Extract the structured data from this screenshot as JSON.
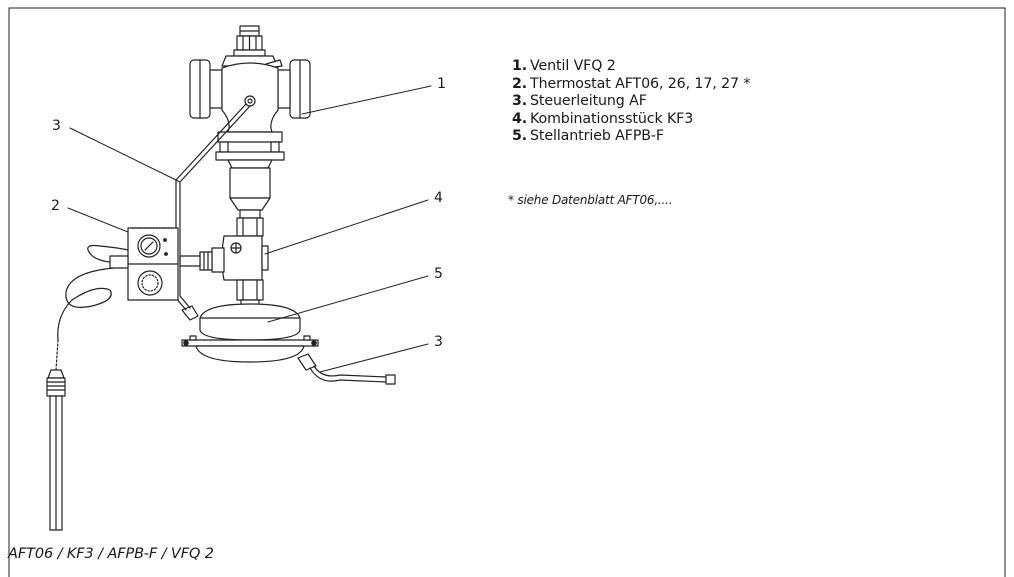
{
  "legend": {
    "items": [
      {
        "num": "1.",
        "text": "Ventil VFQ 2"
      },
      {
        "num": "2.",
        "text": "Thermostat AFT06, 26, 17, 27 *"
      },
      {
        "num": "3.",
        "text": "Steuerleitung AF"
      },
      {
        "num": "4.",
        "text": "Kombinationsstück KF3"
      },
      {
        "num": "5.",
        "text": "Stellantrieb AFPB-F"
      }
    ]
  },
  "note": "* siehe  Datenblatt AFT06,....",
  "caption": "AFT06 / KF3 / AFPB-F / VFQ 2",
  "callouts": {
    "c1": "1",
    "c2": "2",
    "c3a": "3",
    "c3b": "3",
    "c4": "4",
    "c5": "5"
  }
}
